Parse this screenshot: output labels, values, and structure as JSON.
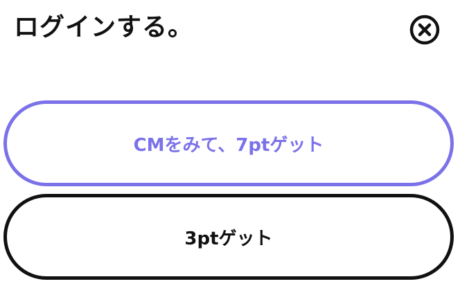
{
  "dialog": {
    "title": "ログインする。",
    "close_icon": "close-circle-icon"
  },
  "buttons": {
    "watch_cm_label": "CMをみて、7ptゲット",
    "get_points_label": "3ptゲット"
  },
  "colors": {
    "accent": "#7b72e9",
    "text": "#111111",
    "background": "#ffffff"
  }
}
